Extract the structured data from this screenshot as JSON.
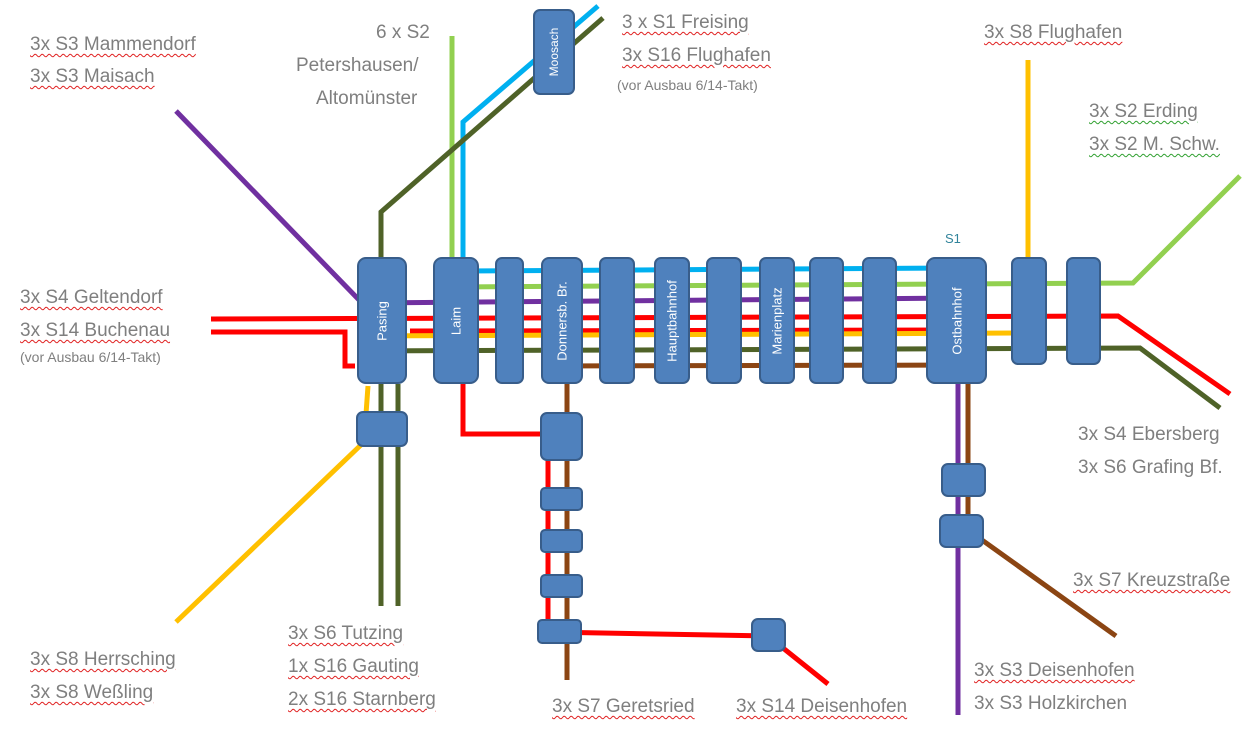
{
  "colors": {
    "s1": "#00b0f0",
    "s2": "#92d050",
    "s3": "#7030a0",
    "s4": "#ff0000",
    "s6": "#4f6228",
    "s7": "#8b4513",
    "s8": "#ffc000",
    "station_fill": "#4f81bd",
    "station_border": "#385d8a",
    "label_text": "#7f7f7f"
  },
  "stations": {
    "pasing": "Pasing",
    "laim": "Laim",
    "donnersberger": "Donnersb. Br.",
    "hauptbahnhof": "Hauptbahnhof",
    "marienplatz": "Marienplatz",
    "ostbahnhof": "Ostbahnhof",
    "moosach": "Moosach"
  },
  "labels": {
    "s1_marker": "S1",
    "mammendorf": "3x S3 Mammendorf",
    "maisach": "3x S3 Maisach",
    "s2_count": "6 x S2",
    "petershausen": "Petershausen/",
    "altomuenster": "Altomünster",
    "freising": "3 x S1 Freising",
    "flughafen_s16": "3x S16 Flughafen",
    "ausbau_north": "(vor Ausbau 6/14-Takt)",
    "flughafen_s8": "3x S8 Flughafen",
    "erding": "3x S2 Erding",
    "m_schw": "3x S2 M. Schw.",
    "geltendorf": "3x S4 Geltendorf",
    "buchenau": "3x S14 Buchenau",
    "ausbau_west": "(vor Ausbau 6/14-Takt)",
    "ebersberg": "3x S4 Ebersberg",
    "grafing": "3x S6 Grafing Bf.",
    "kreuzstrasse": "3x S7 Kreuzstraße",
    "herrsching": "3x S8 Herrsching",
    "wessling": "3x S8 Weßling",
    "tutzing": "3x S6 Tutzing",
    "gauting": "1x S16 Gauting",
    "starnberg": "2x S16 Starnberg",
    "geretsried": "3x S7 Geretsried",
    "deisenhofen_s14": "3x S14 Deisenhofen",
    "deisenhofen_s3": "3x S3 Deisenhofen",
    "holzkirchen": "3x S3 Holzkirchen"
  }
}
